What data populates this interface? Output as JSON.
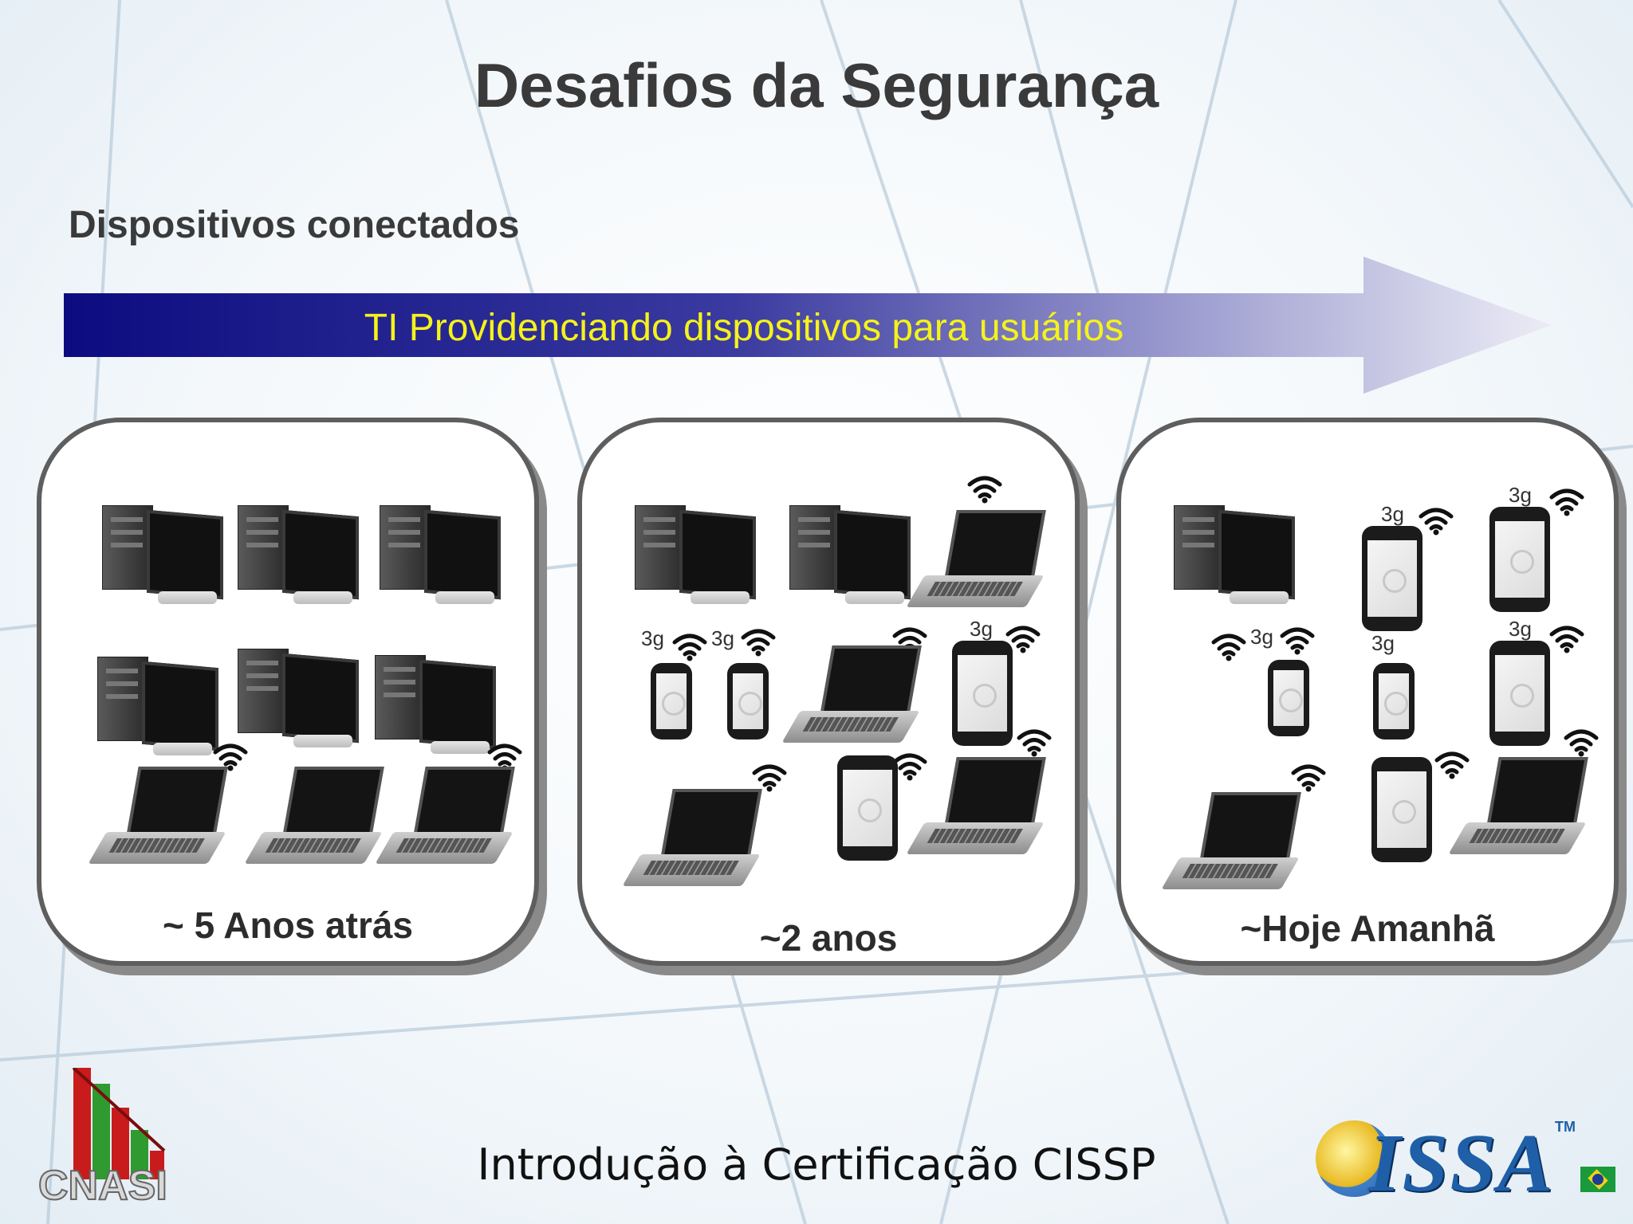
{
  "slide": {
    "title": "Desafios da Segurança",
    "subtitle": "Dispositivos conectados",
    "arrow_label": "TI Providenciando dispositivos para usuários"
  },
  "panels": [
    {
      "caption": "~ 5 Anos atrás"
    },
    {
      "caption": "~2 anos"
    },
    {
      "caption": "~Hoje Amanhã"
    }
  ],
  "labels": {
    "network_3g": "3g"
  },
  "footer": {
    "text": "Introdução à Certificação CISSP",
    "logo_left": "CNASI",
    "logo_right": "ISSA",
    "logo_right_tm": "TM"
  },
  "colors": {
    "arrow_start": "#0c0c80",
    "arrow_end": "#d8d8ee",
    "arrow_text": "#f6f21a",
    "panel_border": "#5e5e5e",
    "title_text": "#3a3a3a"
  }
}
